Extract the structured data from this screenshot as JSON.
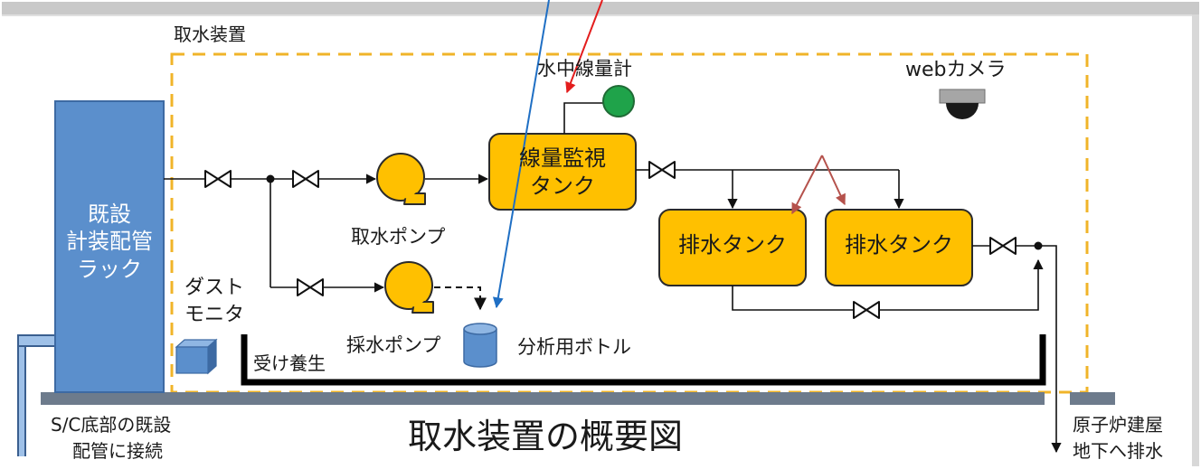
{
  "labels": {
    "enclosure": "取水装置",
    "rack_line1": "既設",
    "rack_line2": "計装配管",
    "rack_line3": "ラック",
    "underwater_meter": "水中線量計",
    "web_camera": "webカメラ",
    "monitor_tank_line1": "線量監視",
    "monitor_tank_line2": "タンク",
    "intake_pump": "取水ポンプ",
    "drain_tank_1": "排水タンク",
    "drain_tank_2": "排水タンク",
    "dust_monitor_line1": "ダスト",
    "dust_monitor_line2": "モニタ",
    "sampling_pump": "採水ポンプ",
    "analysis_bottle": "分析用ボトル",
    "drip_tray": "受け養生",
    "sc_line1": "S/C底部の既設",
    "sc_line2": "配管に接続",
    "title": "取水装置の概要図",
    "drain_line1": "原子炉建屋",
    "drain_line2": "地下へ排水"
  },
  "colors": {
    "rack_blue": "#5b8fcc",
    "equipment_orange": "#ffc000",
    "enclosure_dash": "#f0b429",
    "meter_green": "#1fa34a",
    "floor_gray": "#6d7b8c",
    "arrow_red": "#e31d1d",
    "arrow_blue": "#1f6fc4",
    "arrow_brown": "#b5524c"
  },
  "icons": [
    "valve-icon",
    "pump-icon",
    "camera-icon",
    "bottle-icon",
    "dust-monitor-icon"
  ]
}
